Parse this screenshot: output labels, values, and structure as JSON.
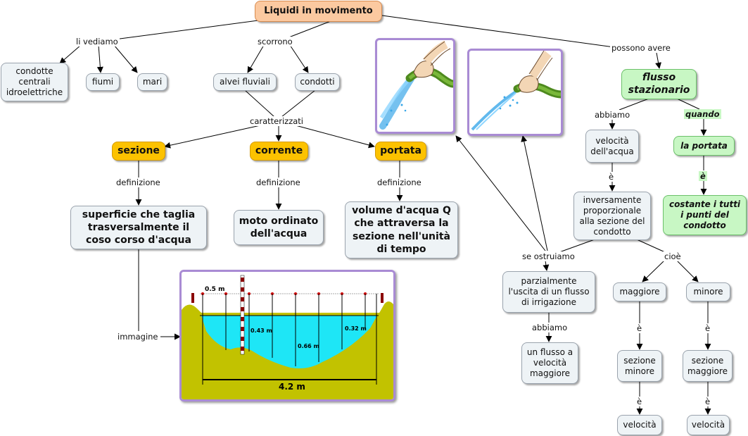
{
  "nodes": {
    "root": "Liquidi in movimento",
    "condotte_centrali": "condotte centrali idroelettriche",
    "fiumi": "fiumi",
    "mari": "mari",
    "alvei_fluviali": "alvei fluviali",
    "condotti": "condotti",
    "sezione": "sezione",
    "corrente": "corrente",
    "portata": "portata",
    "def_sezione": "superficie che taglia trasversalmente il coso corso d'acqua",
    "def_corrente": "moto ordinato dell'acqua",
    "def_portata": "volume d'acqua Q che attraversa la sezione nell'unità di tempo",
    "flusso_stazionario": "flusso stazionario",
    "velocita_acqua": "velocità dell'acqua",
    "la_portata": "la portata",
    "inversamente": "inversamente proporzionale alla sezione del condotto",
    "costante": "costante i tutti i punti del condotto",
    "parzialmente": "parzialmente l'uscita di un flusso di irrigazione",
    "flusso_maggiore": "un flusso a velocità maggiore",
    "maggiore": "maggiore",
    "minore": "minore",
    "sezione_minore": "sezione minore",
    "sezione_maggiore": "sezione maggiore",
    "velocita_1": "velocità",
    "velocita_2": "velocità"
  },
  "links": {
    "li_vediamo": "li vediamo",
    "scorrono": "scorrono",
    "caratterizzati": "caratterizzati",
    "def_1": "definizione",
    "def_2": "definizione",
    "def_3": "definizione",
    "immagine": "immagine",
    "possono_avere": "possono avere",
    "abbiamo_1": "abbiamo",
    "quando": "quando",
    "e_1": "è",
    "e_2": "è",
    "se_ostruiamo": "se ostruiamo",
    "cioe": "cioè",
    "abbiamo_2": "abbiamo",
    "e_3": "è",
    "e_4": "è",
    "e_5": "è",
    "e_6": "è"
  },
  "river_section": {
    "width_label": "4.2 m",
    "spacing_label": "0.5 m",
    "depth_1": "0.43 m",
    "depth_2": "0.66 m",
    "depth_3": "0.32 m"
  },
  "colors": {
    "root": "#fbc9a0",
    "concept_yellow": "#fcc200",
    "concept_green": "#c8f7c4",
    "concept_default": "#eef3f6",
    "image_frame": "#a98bd4",
    "water": "#1ee6f6",
    "ground": "#c2c200"
  }
}
